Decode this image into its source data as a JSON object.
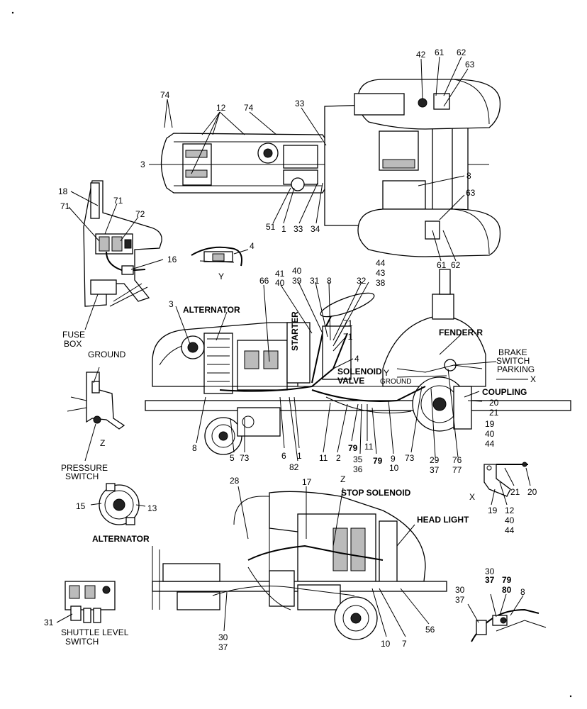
{
  "top_view": {
    "callouts": {
      "n74a": "74",
      "n12": "12",
      "n74b": "74",
      "n33a": "33",
      "n3": "3",
      "n42": "42",
      "n61a": "61",
      "n62a": "62",
      "n63a": "63",
      "n8": "8",
      "n63b": "63",
      "n51": "51",
      "n1": "1",
      "n33b": "33",
      "n34": "34",
      "n61b": "61",
      "n62b": "62"
    }
  },
  "fuse_detail": {
    "callouts": {
      "n18": "18",
      "n71a": "71",
      "n71b": "71",
      "n72": "72",
      "n16": "16"
    },
    "label_l1": "FUSE",
    "label_l2": "BOX"
  },
  "y_detail": {
    "n4": "4",
    "view": "Y"
  },
  "ground_detail": {
    "label_ground": "GROUND",
    "view": "Z",
    "label_ps_l1": "PRESSURE",
    "label_ps_l2": "SWITCH"
  },
  "alternator_detail": {
    "n15": "15",
    "n13": "13",
    "label": "ALTERNATOR"
  },
  "left_side_view": {
    "labels": {
      "alternator": "ALTERNATOR",
      "starter": "STARTER",
      "solenoid_l1": "SOLENOID",
      "solenoid_l2": "VALVE",
      "ground": "GROUND",
      "y_mark": "Y",
      "fender": "FENDER-R",
      "brake_l1": "BRAKE",
      "brake_l2": "SWITCH",
      "brake_l3": "PARKING",
      "x_mark": "X",
      "coupling": "COUPLING"
    },
    "callouts": {
      "n66": "66",
      "n41": "41",
      "n40a": "40",
      "n40b": "40",
      "n39": "39",
      "n31": "31",
      "n8a": "8",
      "n32": "32",
      "n44a": "44",
      "n43": "43",
      "n38": "38",
      "n3": "3",
      "n71a": "71",
      "n71b": "71",
      "n4": "4",
      "n8b": "8",
      "n5": "5",
      "n73a": "73",
      "n6": "6",
      "n82": "82",
      "n1": "1",
      "n11a": "11",
      "n2": "2",
      "n79a": "79",
      "n35": "35",
      "n36": "36",
      "n11b": "11",
      "n79b": "79",
      "n9": "9",
      "n10": "10",
      "n73b": "73",
      "n29": "29",
      "n37": "37",
      "n76": "76",
      "n77": "77",
      "n20": "20",
      "n21": "21",
      "n19": "19",
      "n40c": "40",
      "n44b": "44"
    }
  },
  "x_detail": {
    "callouts": {
      "n21": "21",
      "n20": "20",
      "n19": "19",
      "n12": "12",
      "n40": "40",
      "n44": "44"
    },
    "view": "X"
  },
  "right_side_view": {
    "labels": {
      "z_mark": "Z",
      "stop_solenoid": "STOP SOLENOID",
      "head_light": "HEAD LIGHT"
    },
    "callouts": {
      "n28": "28",
      "n17": "17",
      "n30": "30",
      "n37": "37",
      "n10": "10",
      "n7": "7",
      "n56": "56"
    }
  },
  "shuttle_detail": {
    "n31": "31",
    "label_l1": "SHUTTLE LEVEL",
    "label_l2": "SWITCH"
  },
  "pedal_detail": {
    "callouts": {
      "n30a": "30",
      "n37a": "37",
      "n79": "79",
      "n80": "80",
      "n8": "8",
      "n30b": "30",
      "n37b": "37"
    }
  }
}
